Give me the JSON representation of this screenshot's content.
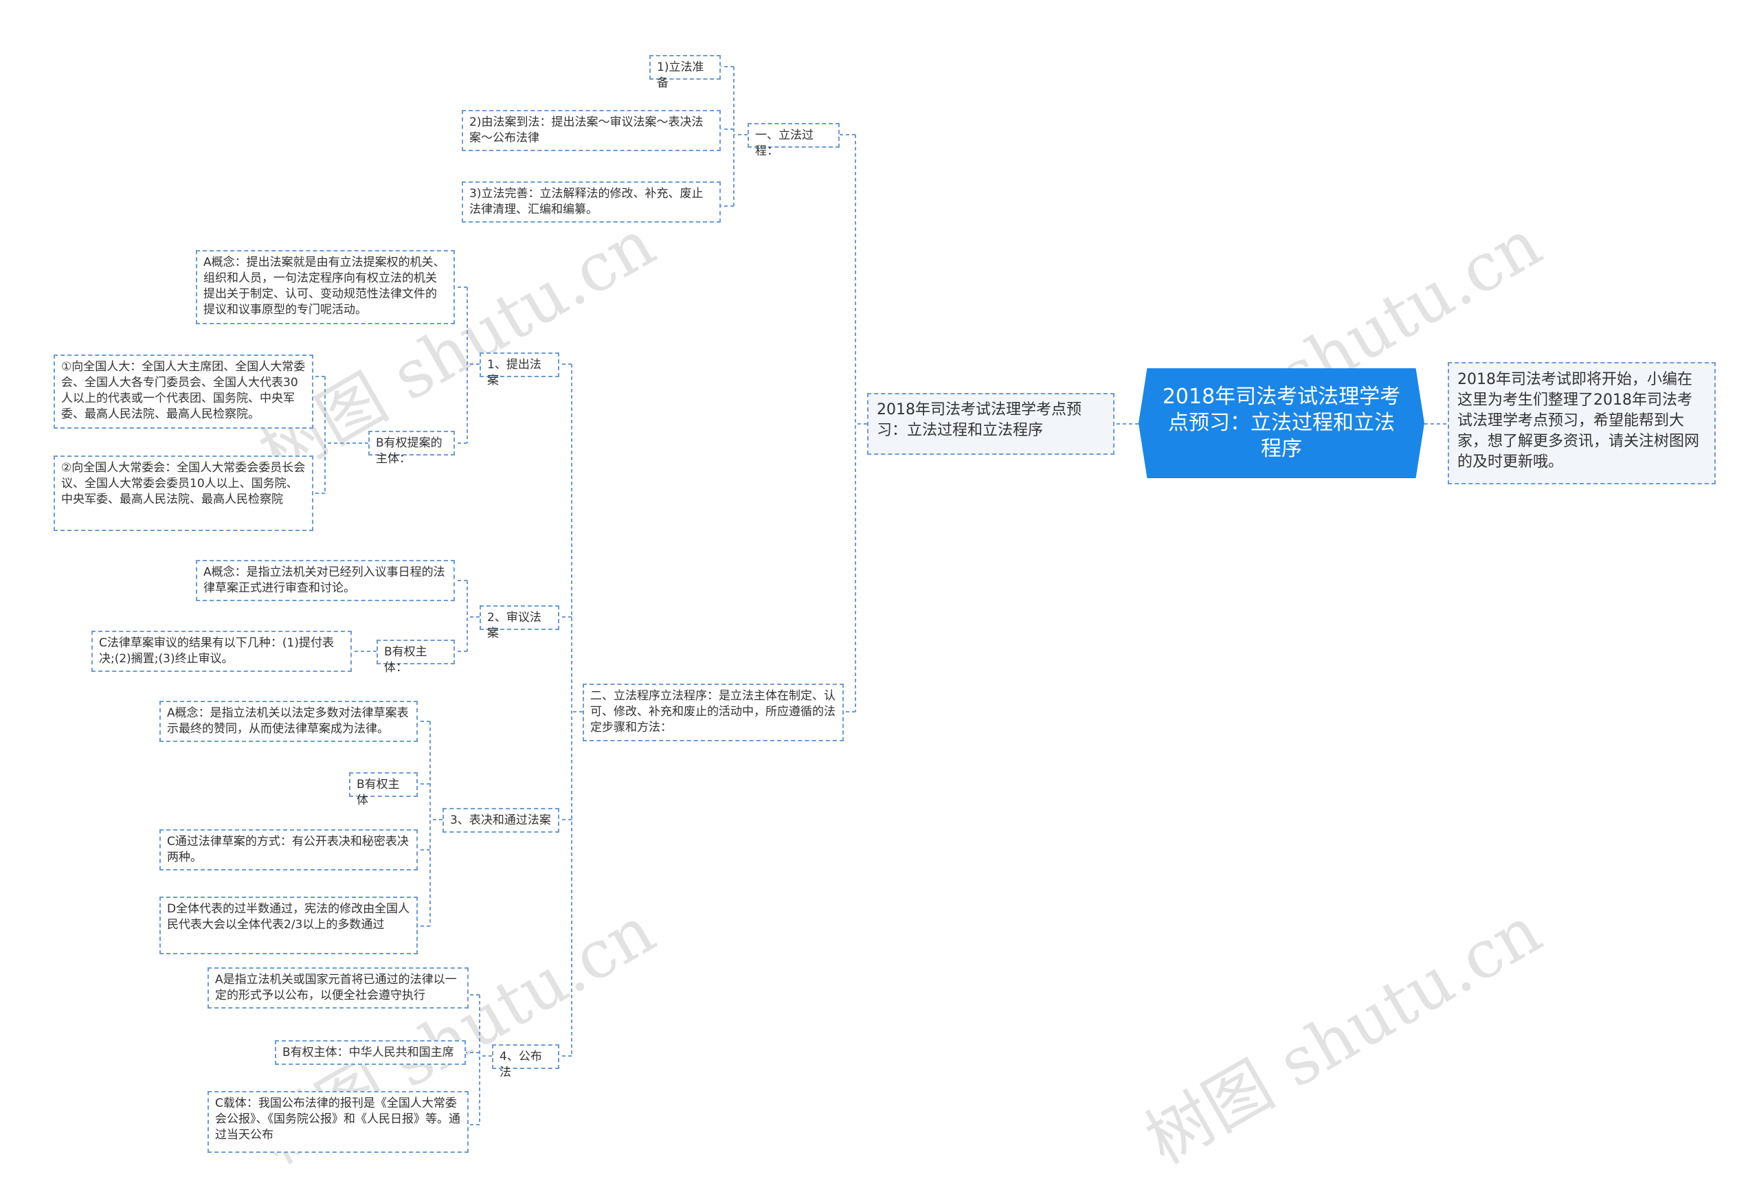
{
  "root": {
    "title": "2018年司法考试法理学考点预习：立法过程和立法程序"
  },
  "note": {
    "text": "2018年司法考试即将开始，小编在这里为考生们整理了2018年司法考试法理学考点预习，希望能帮到大家，想了解更多资讯，请关注树图网的及时更新哦。"
  },
  "branch": {
    "text": "2018年司法考试法理学考点预习：立法过程和立法程序"
  },
  "process": {
    "label": "一、立法过程：",
    "items": [
      "1)立法准备",
      "2)由法案到法：提出法案～审议法案～表决法案～公布法律",
      "3)立法完善：立法解释法的修改、补充、废止法律清理、汇编和编纂。"
    ]
  },
  "procedure": {
    "label": "二、立法程序立法程序：是立法主体在制定、认可、修改、补充和废止的活动中，所应遵循的法定步骤和方法：",
    "propose": {
      "label": "1、提出法案",
      "concept": "A概念：提出法案就是由有立法提案权的机关、组织和人员，一句法定程序向有权立法的机关提出关于制定、认可、变动规范性法律文件的提议和议事原型的专门呢活动。",
      "subject": "B有权提案的主体：",
      "npc": "①向全国人大：全国人大主席团、全国人大常委会、全国人大各专门委员会、全国人大代表30人以上的代表或一个代表团、国务院、中央军委、最高人民法院、最高人民检察院。",
      "npcsc": "②向全国人大常委会：全国人大常委会委员长会议、全国人大常委会委员10人以上、国务院、中央军委、最高人民法院、最高人民检察院"
    },
    "review": {
      "label": "2、审议法案",
      "concept": "A概念：是指立法机关对已经列入议事日程的法律草案正式进行审查和讨论。",
      "subject": "B有权主体：",
      "result": "C法律草案审议的结果有以下几种：(1)提付表决;(2)搁置;(3)终止审议。"
    },
    "vote": {
      "label": "3、表决和通过法案",
      "concept": "A概念：是指立法机关以法定多数对法律草案表示最终的赞同，从而使法律草案成为法律。",
      "subject": "B有权主体",
      "method": "C通过法律草案的方式：有公开表决和秘密表决两种。",
      "majority": "D全体代表的过半数通过，宪法的修改由全国人民代表大会以全体代表2/3以上的多数通过"
    },
    "promulgate": {
      "label": "4、公布法",
      "concept": "A是指立法机关或国家元首将已通过的法律以一定的形式予以公布，以便全社会遵守执行",
      "subject": "B有权主体：中华人民共和国主席",
      "carrier": "C载体：我国公布法律的报刊是《全国人大常委会公报》、《国务院公报》和《人民日报》等。通过当天公布"
    }
  },
  "watermark": "树图 shutu.cn",
  "colors": {
    "accent": "#1a86e8",
    "border": "#6a9bd8",
    "note_bg": "#f2f5f9"
  }
}
